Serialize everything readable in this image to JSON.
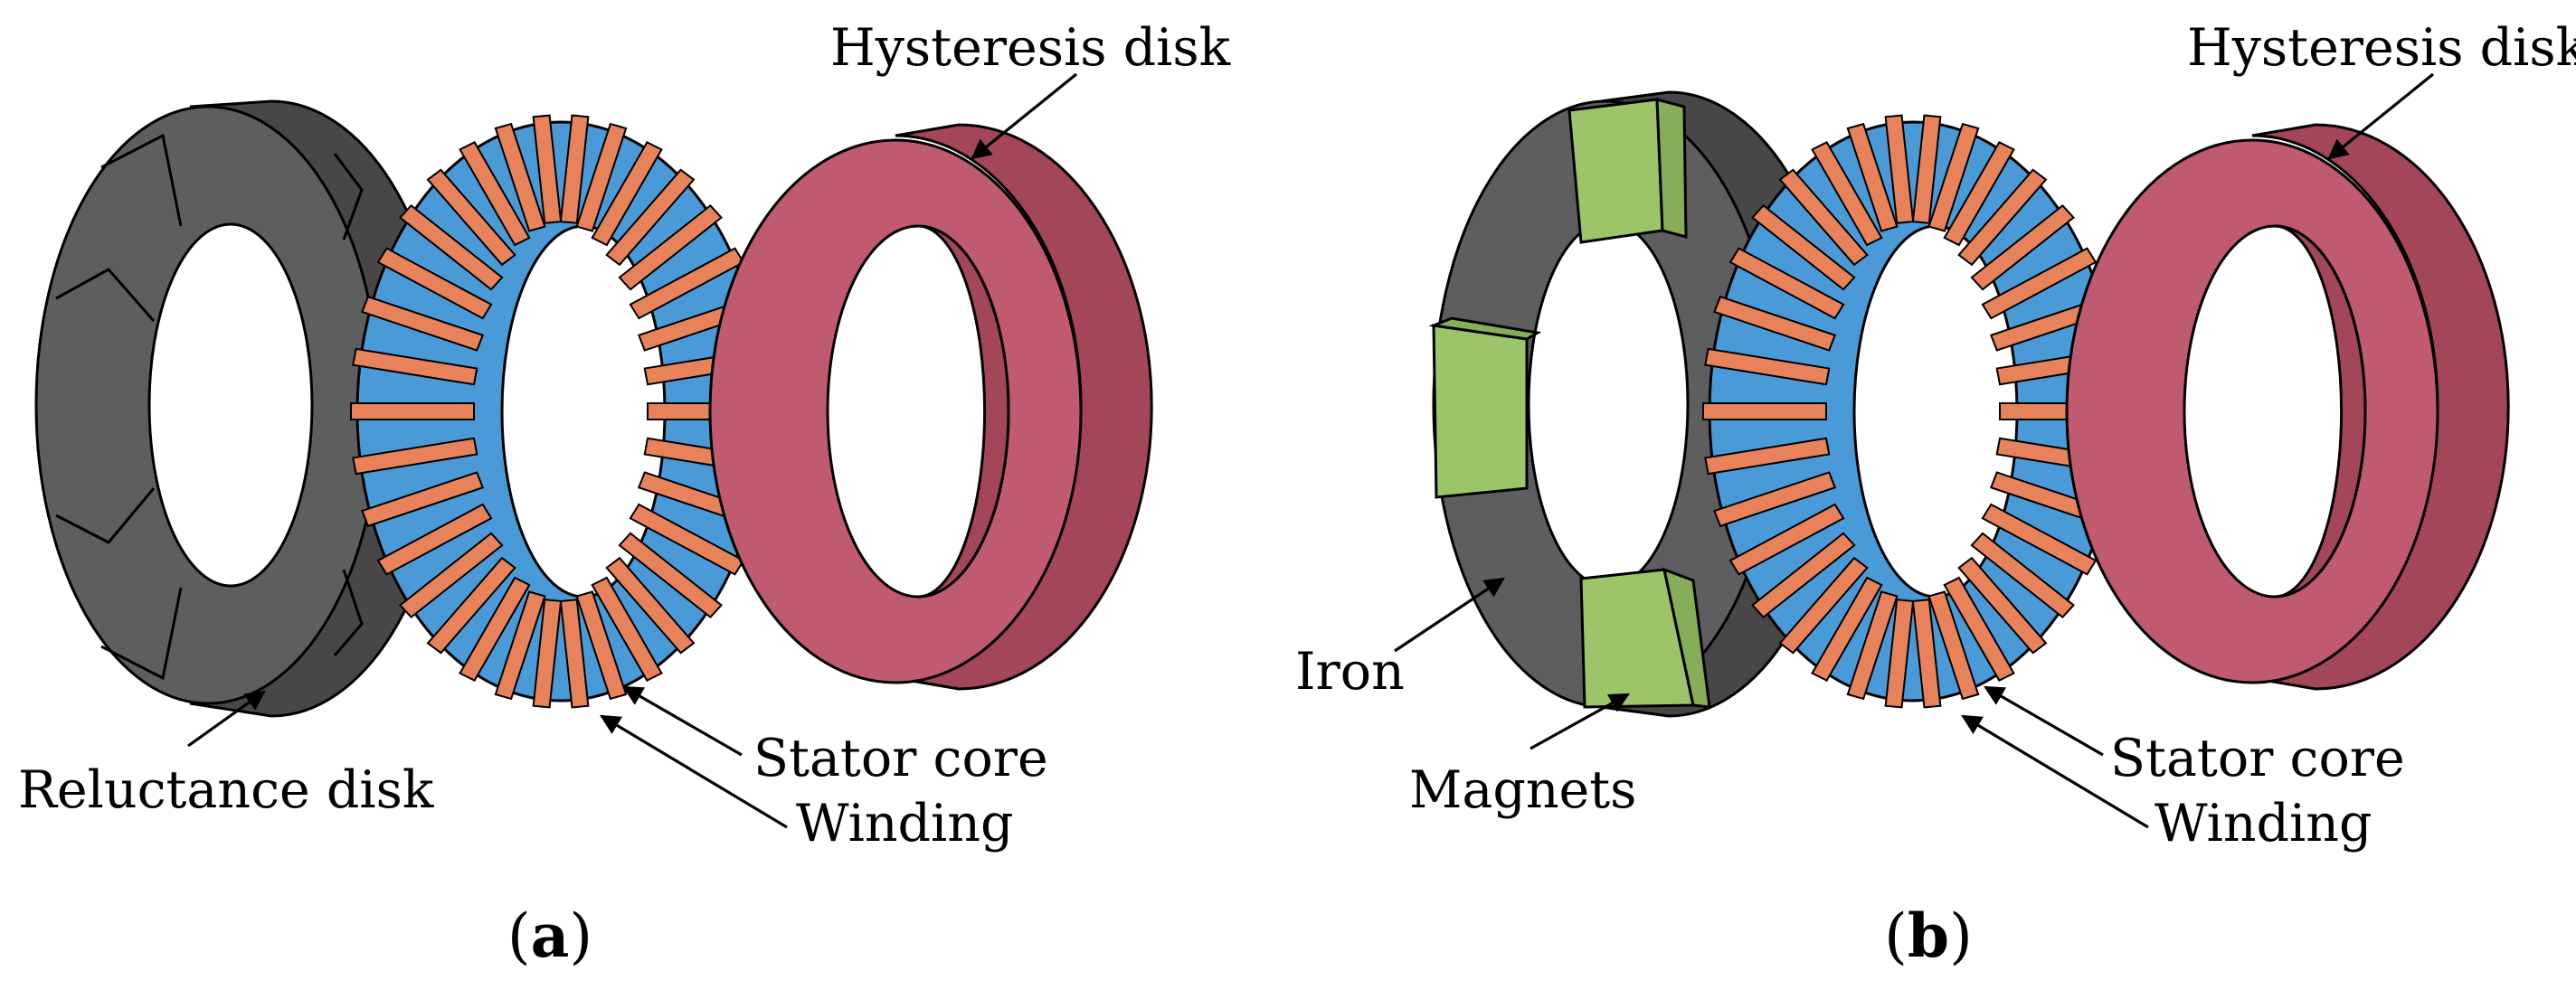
{
  "figure": {
    "panel_a": {
      "caption_open": "(",
      "caption_letter": "a",
      "caption_close": ")",
      "labels": {
        "hysteresis_disk": "Hysteresis disk",
        "reluctance_disk": "Reluctance disk",
        "stator_core": "Stator core",
        "winding": "Winding"
      }
    },
    "panel_b": {
      "caption_open": "(",
      "caption_letter": "b",
      "caption_close": ")",
      "labels": {
        "hysteresis_disk": "Hysteresis disk",
        "iron": "Iron",
        "magnets": "Magnets",
        "stator_core": "Stator core",
        "winding": "Winding"
      }
    }
  },
  "colors": {
    "reluctance_disk": "#5e5e5e",
    "reluctance_disk_dark": "#474747",
    "hysteresis_disk": "#c05a6e",
    "hysteresis_disk_dark": "#a34658",
    "stator_core": "#4a9ad8",
    "winding": "#e8825a",
    "magnets": "#9cc56a",
    "outline": "#000000"
  }
}
